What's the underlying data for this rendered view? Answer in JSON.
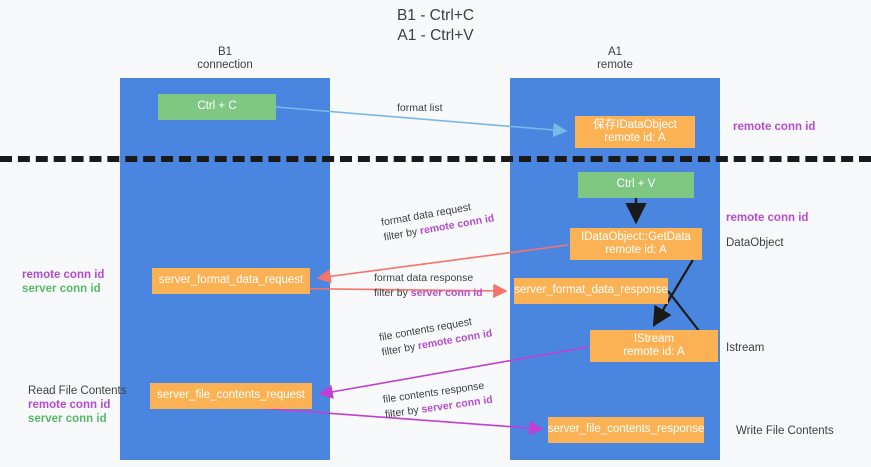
{
  "title": "B1 - Ctrl+C\nA1 - Ctrl+V",
  "lanes": [
    {
      "id": "b1",
      "title": "B1\nconnection",
      "color": "#4a86e0"
    },
    {
      "id": "a1",
      "title": "A1\nremote",
      "color": "#4a86e0"
    }
  ],
  "colors": {
    "lane": "#4a86e0",
    "node_orange": "#fbb254",
    "node_green": "#7ec884",
    "remote_conn_id": "#b44cd0",
    "server_conn_id": "#56b96a",
    "arrow_blue": "#7ab8e8",
    "arrow_red": "#f4736a",
    "arrow_magenta": "#c13fd0",
    "arrow_black": "#1a1a1a",
    "separator": "#1a1a1a",
    "background": "#f8f9fa"
  },
  "nodes": {
    "ctrl_c": {
      "line1": "Ctrl + C",
      "line2": ""
    },
    "idataobject": {
      "line1": "保存IDataObject",
      "line2": "remote id: A"
    },
    "ctrl_v": {
      "line1": "Ctrl + V",
      "line2": ""
    },
    "getdata": {
      "line1": "IDataObject::GetData",
      "line2": "remote id: A"
    },
    "server_format_data_request": {
      "line1": "server_format_data_request",
      "line2": ""
    },
    "server_format_data_response": {
      "line1": "server_format_data_response",
      "line2": ""
    },
    "istream": {
      "line1": "IStream",
      "line2": "remote id: A"
    },
    "server_file_contents_request": {
      "line1": "server_file_contents_request",
      "line2": ""
    },
    "server_file_contents_response": {
      "line1": "server_file_contents_response",
      "line2": ""
    }
  },
  "edge_labels": {
    "format_list": "format list",
    "format_data_request": {
      "line1": "format data request",
      "prefix": "filter by ",
      "highlight": "remote conn id"
    },
    "format_data_response": {
      "line1": "format data response",
      "prefix": "filter by ",
      "highlight": "server conn id"
    },
    "file_contents_request": {
      "line1": "file contents request",
      "prefix": "filter by ",
      "highlight": "remote conn id"
    },
    "file_contents_response": {
      "line1": "file contents response",
      "prefix": "filter by ",
      "highlight": "server conn id"
    }
  },
  "side_labels": {
    "remote_conn_id_top": "remote conn id",
    "remote_conn_id_mid": "remote conn id",
    "dataobject": "DataObject",
    "istream": "Istream",
    "write_file_contents": "Write File Contents",
    "read_file_contents": "Read File Contents",
    "left_remote_conn_id": "remote conn id",
    "left_server_conn_id": "server conn id",
    "left_bottom_remote_conn_id": "remote conn id",
    "left_bottom_server_conn_id": "server conn id"
  }
}
